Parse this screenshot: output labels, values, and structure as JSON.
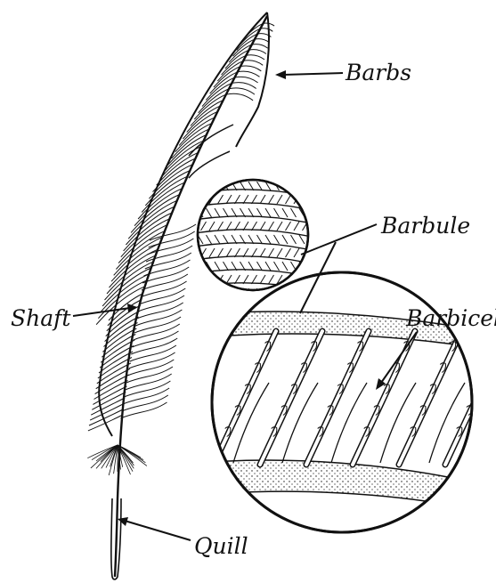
{
  "diagram": {
    "labels": {
      "barbs": "Barbs",
      "barbule": "Barbule",
      "barbicels": "Barbicels",
      "shaft": "Shaft",
      "quill": "Quill"
    },
    "colors": {
      "ink": "#111111",
      "paper": "#ffffff"
    },
    "icons": [
      "feather-drawing",
      "barbule-magnified-view",
      "barbicel-magnified-view"
    ]
  }
}
